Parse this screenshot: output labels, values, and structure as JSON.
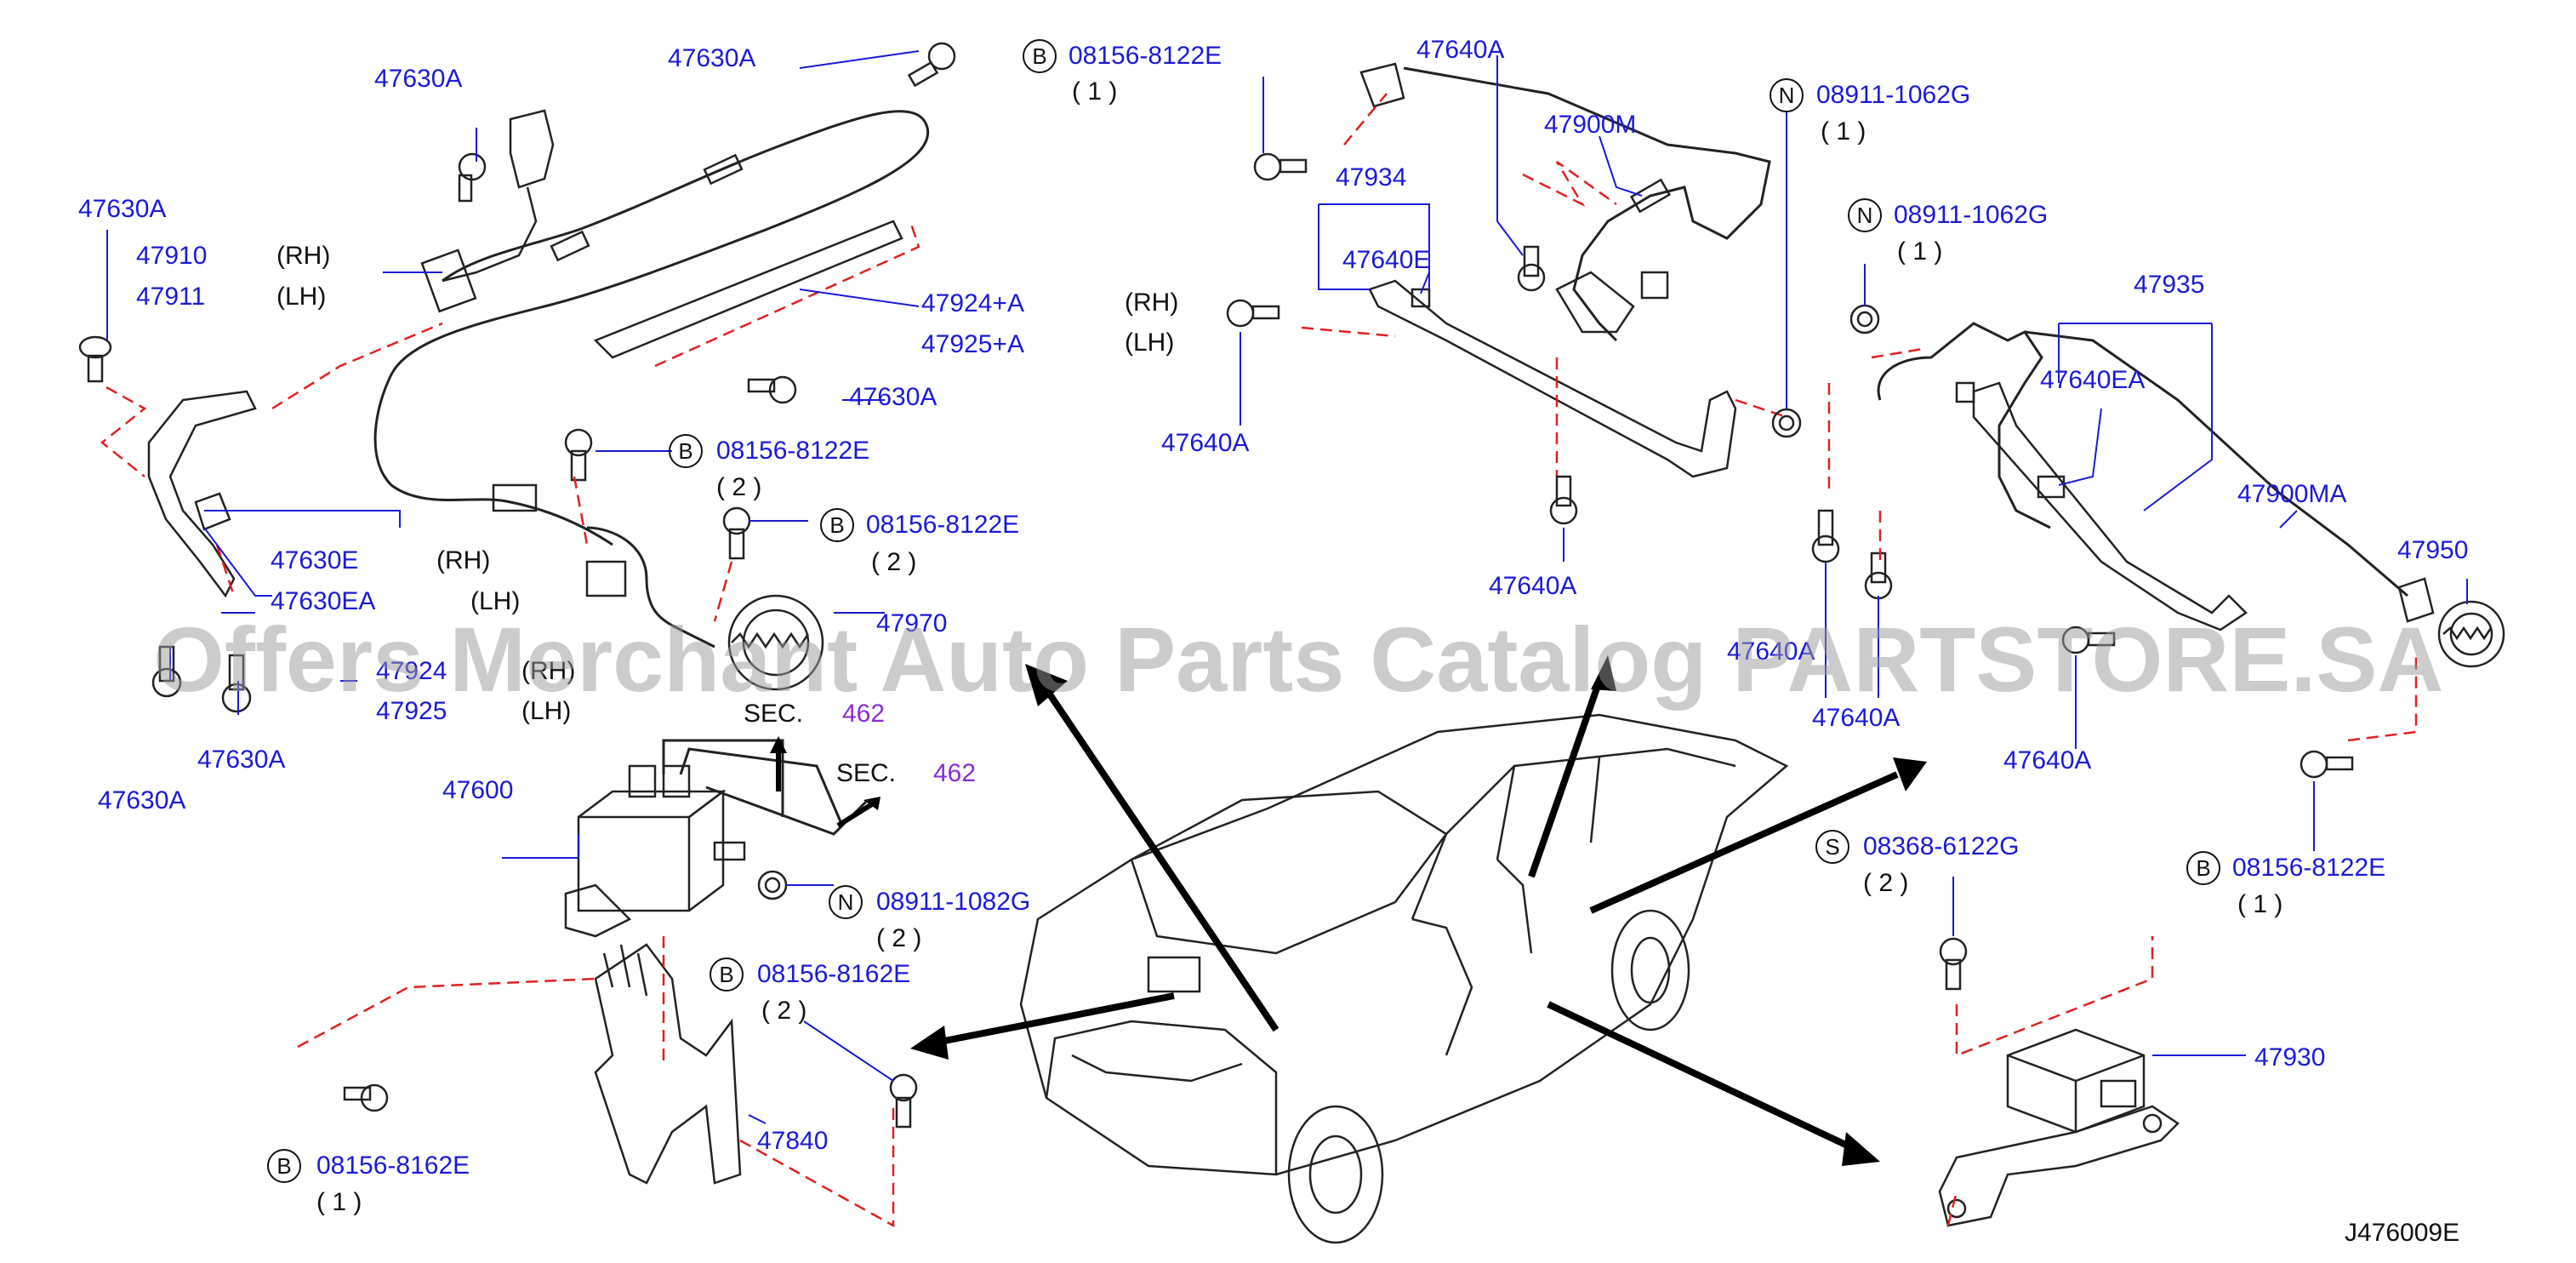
{
  "diagram_id": "J476009E",
  "watermark": "Offers Merchant Auto Parts Catalog PARTSTORE.SA",
  "sec": {
    "prefix": "SEC.",
    "number": "462"
  },
  "labels": {
    "p47630A": "47630A",
    "p47910": "47910",
    "p47911": "47911",
    "rh": "(RH)",
    "lh": "(LH)",
    "p47924A": "47924+A",
    "p47925A": "47925+A",
    "p47630E": "47630E",
    "p47630EA": "47630EA",
    "p47924": "47924",
    "p47925": "47925",
    "p47970": "47970",
    "p47600": "47600",
    "p47840": "47840",
    "p47640A": "47640A",
    "p47900M": "47900M",
    "p47934": "47934",
    "p47640E": "47640E",
    "p47935": "47935",
    "p47640EA": "47640EA",
    "p47900MA": "47900MA",
    "p47950": "47950",
    "p47930": "47930"
  },
  "callouts": {
    "b_8122e": {
      "letter": "B",
      "part": "08156-8122E"
    },
    "b_8162e": {
      "letter": "B",
      "part": "08156-8162E"
    },
    "n_1062g": {
      "letter": "N",
      "part": "08911-1062G"
    },
    "n_1082g": {
      "letter": "N",
      "part": "08911-1082G"
    },
    "s_6122g": {
      "letter": "S",
      "part": "08368-6122G"
    },
    "qty1": "( 1 )",
    "qty2": "( 2 )"
  }
}
